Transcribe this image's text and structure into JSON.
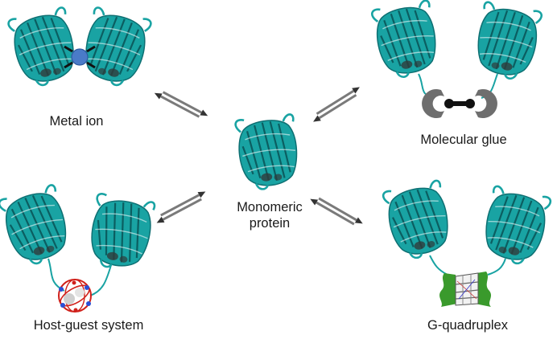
{
  "labels": {
    "metal_ion": "Metal ion",
    "molecular_glue": "Molecular glue",
    "monomeric_line1": "Monomeric",
    "monomeric_line2": "protein",
    "host_guest": "Host-guest system",
    "g_quadruplex": "G-quadruplex"
  },
  "colors": {
    "protein": "#19a3a3",
    "protein_dark": "#0e6f72",
    "metal_ion": "#4a7bc8",
    "glue_host": "#6e6e6e",
    "glue_guest": "#111111",
    "host_ring": "#d0201a",
    "g_quadruplex": "#3a9a2c",
    "arrow": "#7a7a7a",
    "text": "#1a1a1a"
  },
  "icons": [
    "protein-barrel-icon",
    "equilibrium-arrows-icon",
    "metal-ion-icon",
    "molecular-glue-icon",
    "cucurbituril-host-icon",
    "g-quadruplex-icon"
  ]
}
